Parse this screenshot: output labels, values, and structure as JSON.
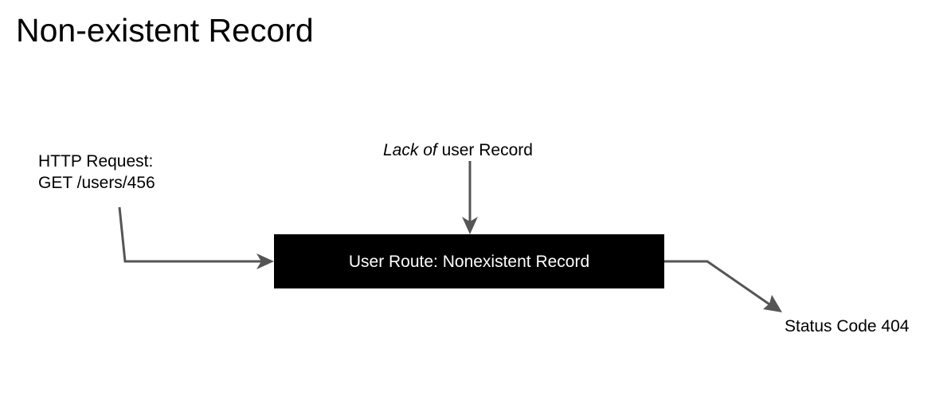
{
  "title": "Non-existent Record",
  "nodes": {
    "request": {
      "line1": "HTTP Request:",
      "line2": "GET /users/456"
    },
    "lack_of_record": {
      "emphasis": "Lack of",
      "rest": "user Record"
    },
    "route": {
      "label": "User Route: Nonexistent Record"
    },
    "status": {
      "label": "Status Code 404"
    }
  },
  "colors": {
    "arrow": "#555555",
    "box_fill": "#000000",
    "box_text": "#ffffff"
  }
}
